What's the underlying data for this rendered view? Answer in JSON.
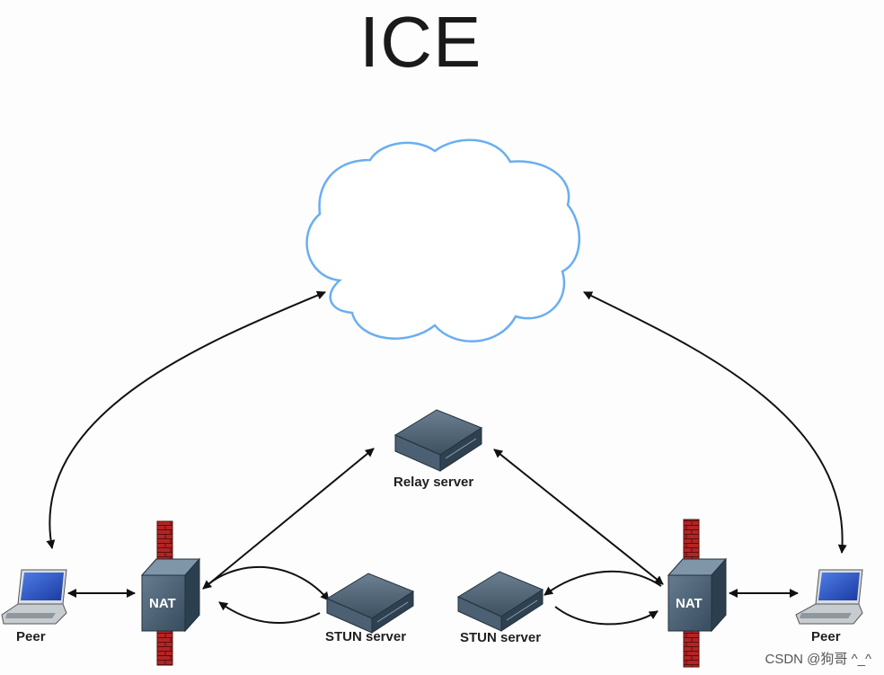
{
  "title": "ICE",
  "nodes": {
    "relay_server": {
      "label": "Relay server"
    },
    "stun_server_left": {
      "label": "STUN server"
    },
    "stun_server_right": {
      "label": "STUN server"
    },
    "peer_left": {
      "label": "Peer"
    },
    "peer_right": {
      "label": "Peer"
    },
    "nat_left": {
      "label": "NAT"
    },
    "nat_right": {
      "label": "NAT"
    },
    "internet": {
      "label": ""
    }
  },
  "watermark": "CSDN @狗哥 ^_^",
  "colors": {
    "cloud_stroke": "#6aaef0",
    "arrow": "#111111",
    "firewall": "#a82020",
    "server_body": "#3f5364",
    "nat_body": "#3d5568",
    "laptop_screen": "#2a54c8"
  }
}
